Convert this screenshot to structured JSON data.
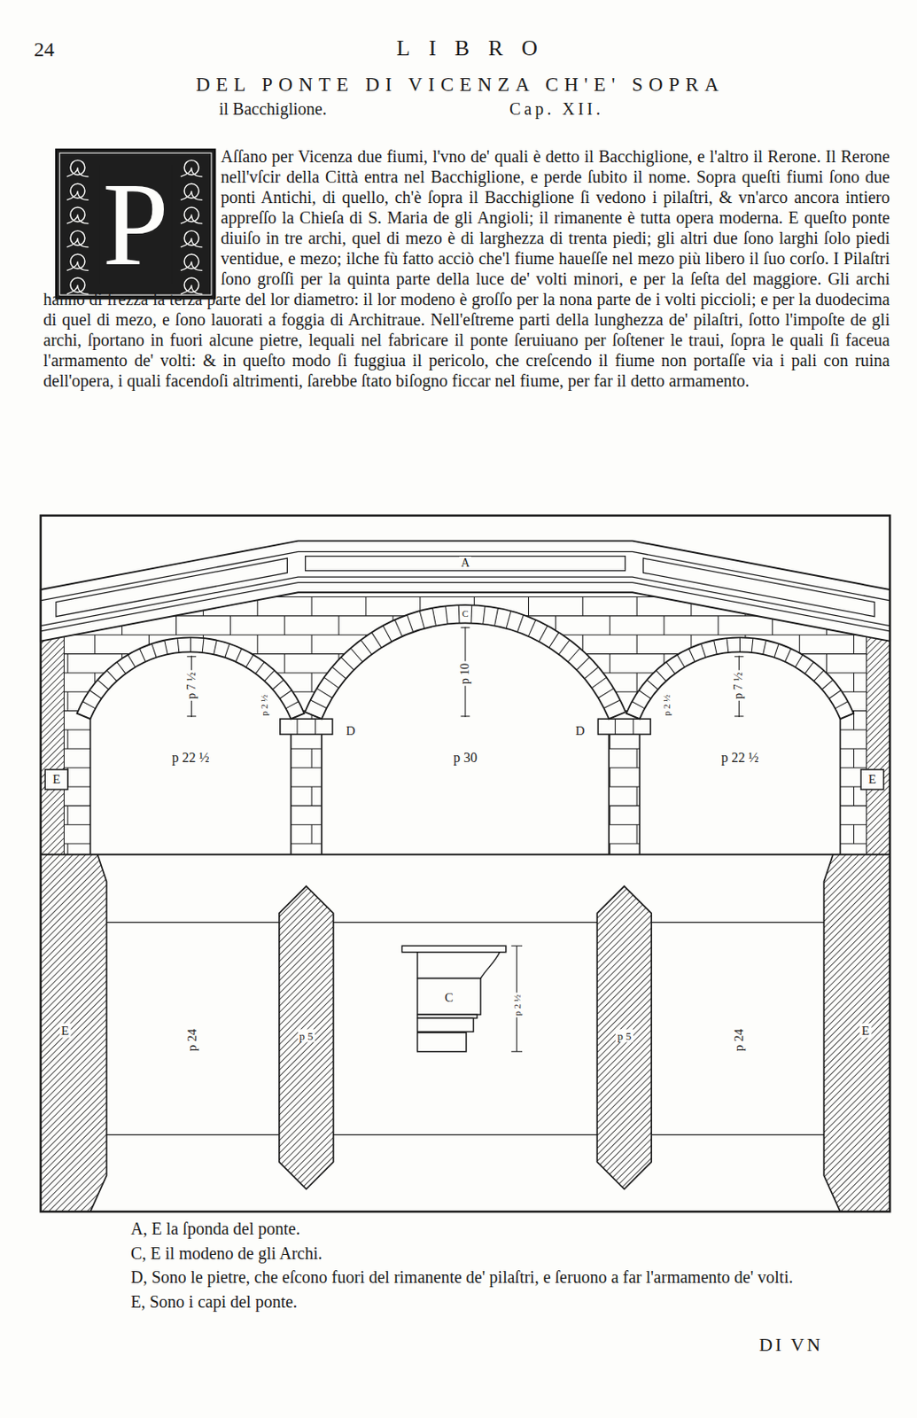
{
  "diagram": {
    "title": "DEL PONTE DI VICENZA CH'E' SOPRA",
    "labels": [
      "24",
      "LIBRO",
      "il Bacchiglione.",
      "Cap. XII.",
      "P",
      "Aſſano per Vicenza due fiumi, l'vno de' quali è detto il Bacchiglione, e l'altro il Rerone. Il Rerone nell'vſcir della Città entra nel Bacchiglione, e perde ſubito il nome. Sopra queſti fiumi ſono due ponti Antichi, di quello, ch'è ſopra il Bacchiglione ſi vedono i pilaſtri, & vn'arco ancora intiero appreſſo la Chieſa di S. Maria de gli Angioli; il rimanente è tutta opera moderna. E queſto ponte diuiſo in tre archi, quel di mezo è di larghezza di trenta piedi; gli altri due ſono larghi ſolo piedi ventidue, e mezo; ilche fù fatto acciò che'l fiume haueſſe nel mezo più libero il ſuo corſo. I Pilaſtri ſono groſſi per la quinta parte della luce de' volti minori, e per la ſeſta del maggiore. Gli archi hanno di frezza la terza parte del lor diametro: il lor modeno è groſſo per la nona parte de i volti piccioli; e per la duodecima di quel di mezo, e ſono lauorati a foggia di Architraue. Nell'eſtreme parti della lunghezza de' pilaſtri, ſotto l'impoſte de gli archi, ſportano in fuori alcune pietre, lequali nel fabricare il ponte ſeruiuano per ſoſtener le traui, ſopra le quali ſi faceua l'armamento de' volti: & in queſto modo ſi fuggiua il pericolo, che creſcendo il fiume non portaſſe via i pali con ruina dell'opera, i quali facendoſi altrimenti, ſarebbe ſtato biſogno ficcar nel fiume, per far il detto armamento.",
      "A",
      "C",
      "p 7 ½",
      "p 10",
      "p 7 ½",
      "p 2 ½",
      "p 2 ½",
      "D",
      "D",
      "p 22 ½",
      "p 30",
      "p 22 ½",
      "E",
      "E",
      "E",
      "p 5",
      "p 24",
      "C",
      "p 2 ½",
      "p 5",
      "p 24",
      "E",
      "A, E la ſponda del ponte.",
      "C, E il modeno de gli Archi.",
      "D, Sono le pietre, che eſcono fuori del rimanente de' pilaſtri, e ſeruono a far l'armamento de' volti.",
      "E, Sono i capi del ponte.",
      "DI VN"
    ]
  }
}
